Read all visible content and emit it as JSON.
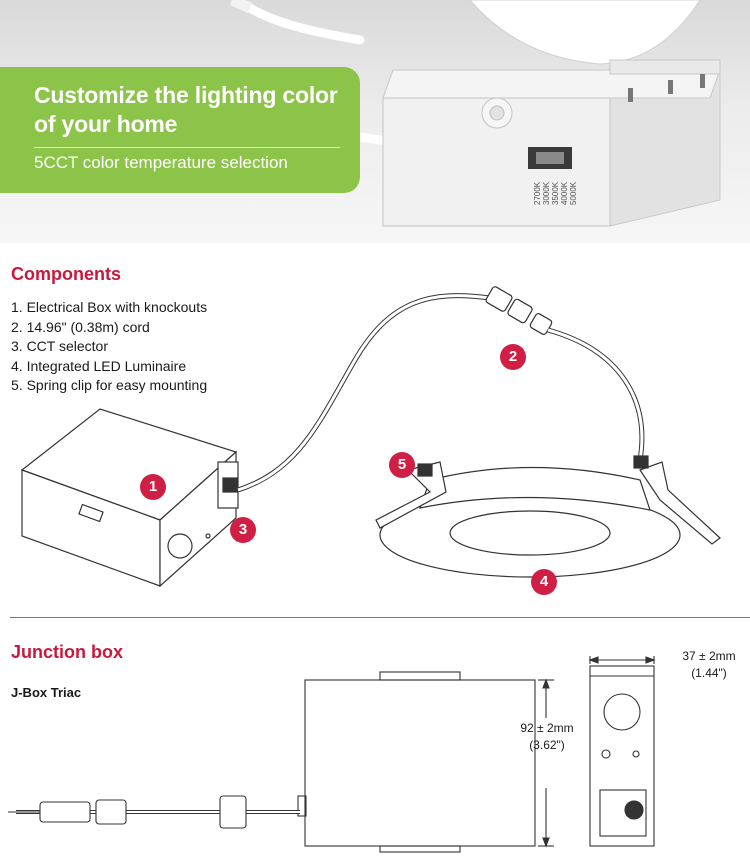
{
  "hero": {
    "title_line1": "Customize the lighting color",
    "title_line2": "of your home",
    "subtitle": "5CCT color temperature selection",
    "cct_options": [
      "2700K",
      "3000K",
      "3500K",
      "4000K",
      "5000K"
    ],
    "banner_color": "#8cc44a"
  },
  "components": {
    "heading": "Components",
    "items": [
      "1.  Electrical Box with knockouts",
      "2. 14.96\" (0.38m) cord",
      "3. CCT selector",
      "4. Integrated LED Luminaire",
      "5. Spring clip for easy mounting"
    ],
    "badges": [
      "1",
      "2",
      "3",
      "4",
      "5"
    ],
    "badge_color": "#d01f45",
    "heading_color": "#c8183c"
  },
  "junction": {
    "heading": "Junction box",
    "subheading": "J-Box Triac",
    "height_dim": "92 ± 2mm",
    "height_dim_in": "(3.62\")",
    "depth_dim": "37 ± 2mm",
    "depth_dim_in": "(1.44\")"
  }
}
